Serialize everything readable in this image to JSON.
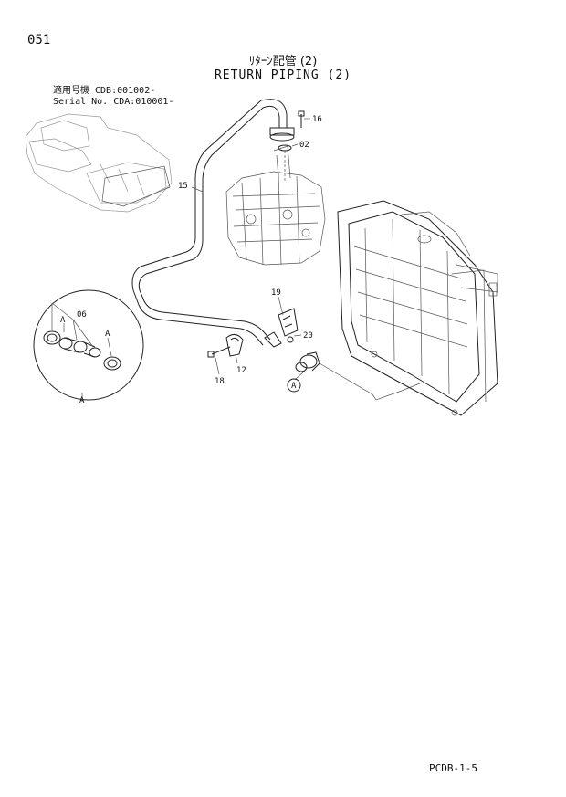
{
  "header": {
    "page_number": "051",
    "title_jp": "ﾘﾀｰﾝ配管 (2)",
    "title_en": "RETURN PIPING (2)",
    "serial_line1": "適用号機 CDB:001002-",
    "serial_line2": "Serial No. CDA:010001-"
  },
  "callouts": {
    "c16": "16",
    "c02": "02",
    "c15": "15",
    "c19": "19",
    "c20": "20",
    "c18": "18",
    "c12": "12",
    "c06": "06",
    "cA1": "A",
    "cA2": "A",
    "detail_label": "A",
    "ref_A": "A"
  },
  "footer": {
    "code": "PCDB-1-5"
  }
}
